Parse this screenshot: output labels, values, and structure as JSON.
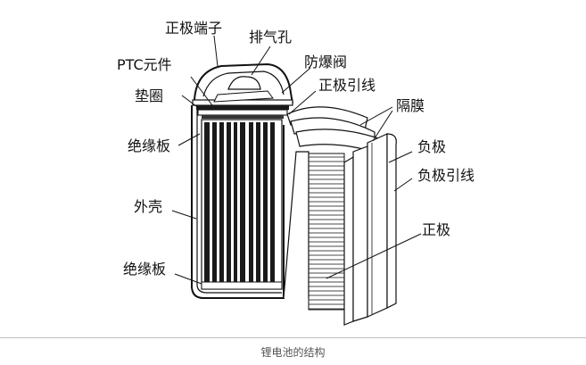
{
  "labels": {
    "positive_terminal": "正极端子",
    "vent_hole": "排气孔",
    "ptc_element": "PTC元件",
    "safety_valve": "防爆阀",
    "gasket": "垫圈",
    "positive_lead": "正极引线",
    "separator": "隔膜",
    "insulator_top": "绝缘板",
    "negative": "负极",
    "negative_lead": "负极引线",
    "case": "外壳",
    "positive": "正极",
    "insulator_bottom": "绝缘板"
  },
  "caption": "锂电池的结构"
}
